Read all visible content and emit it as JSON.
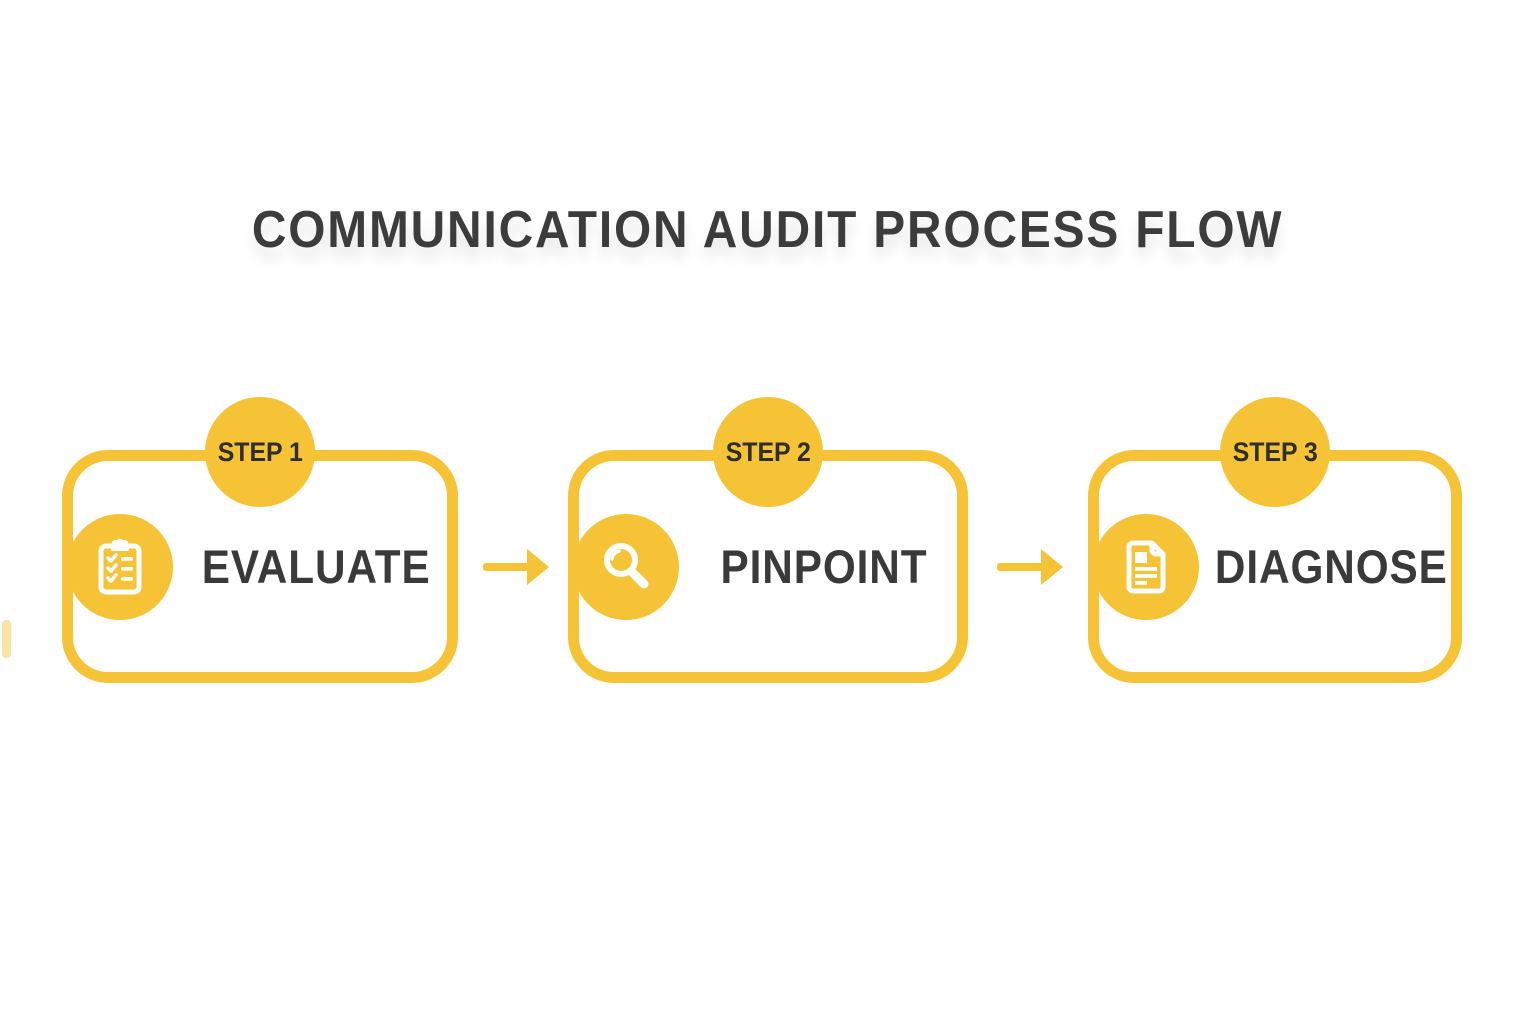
{
  "title": "COMMUNICATION AUDIT PROCESS FLOW",
  "colors": {
    "accent": "#F5C335",
    "title_text": "#3C3C3C",
    "label_text": "#3A3A3A",
    "badge_text": "#2E2E2E",
    "background": "#FFFFFF",
    "icon_foreground": "#FFFFFF"
  },
  "steps": [
    {
      "step_label": "STEP 1",
      "name": "EVALUATE",
      "icon": "clipboard-checklist-icon"
    },
    {
      "step_label": "STEP 2",
      "name": "PINPOINT",
      "icon": "magnifying-glass-icon"
    },
    {
      "step_label": "STEP 3",
      "name": "DIAGNOSE",
      "icon": "document-report-icon"
    }
  ],
  "connectors": [
    {
      "type": "arrow-right"
    },
    {
      "type": "arrow-right"
    }
  ]
}
